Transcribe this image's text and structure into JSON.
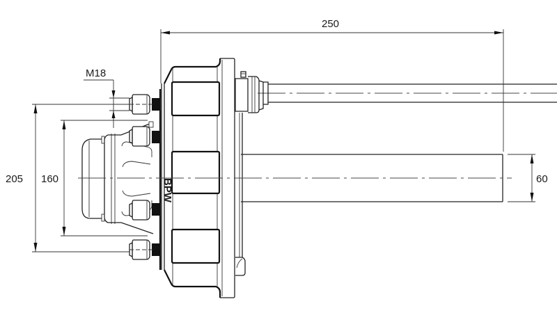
{
  "drawing": {
    "title": "Axle hub assembly technical drawing",
    "colors": {
      "line": "#222222",
      "background": "#ffffff"
    },
    "dimensions": {
      "overall_length": "250",
      "bolt_thread": "M18",
      "outer_height": "205",
      "pitch_circle": "160",
      "axle_section": "60"
    },
    "hub_marking": "BPW"
  }
}
